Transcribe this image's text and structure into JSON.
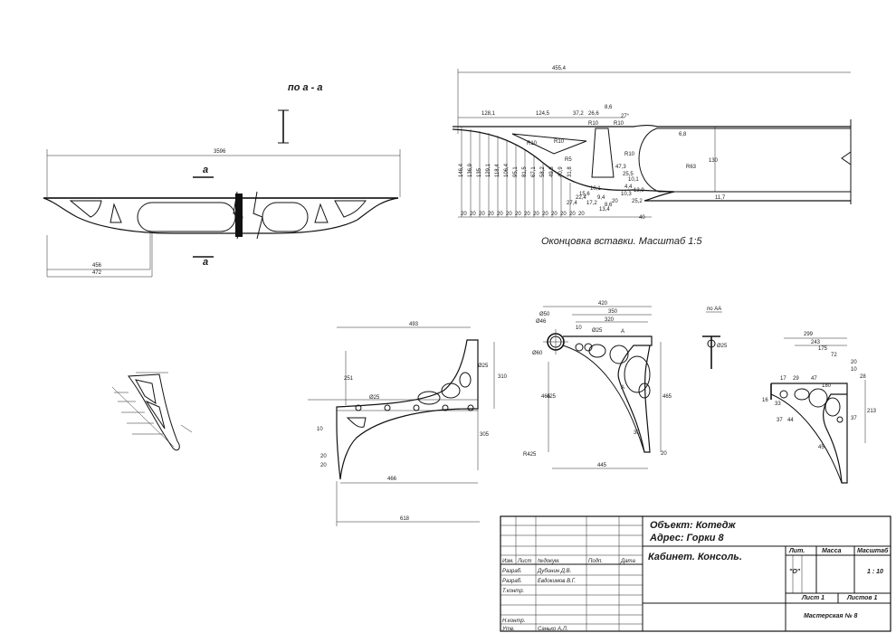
{
  "section_label": "по  а - а",
  "section_mark_top": "а",
  "section_mark_bottom": "а",
  "end_caption": "Оконцовка   вставки. Масштаб 1:5",
  "view_aa_label": "по АА",
  "top_panel_dims": {
    "overall": "3596",
    "left_a": "456",
    "left_b": "472"
  },
  "end_dims": {
    "total": "455,4",
    "d1": "128,1",
    "d2": "124,5",
    "d3": "37,2",
    "d4": "26,6",
    "d5": "8,6",
    "r10a": "R10",
    "r10b": "R10",
    "r10c": "R10",
    "r10d": "R10",
    "r10e": "R10",
    "r5": "R5",
    "r63": "R63",
    "h130": "130",
    "h68": "6,8",
    "h117": "11,7",
    "w40": "40",
    "a27": "27°",
    "heights": [
      "146,4",
      "136,9",
      "135",
      "129,1",
      "118,4",
      "106,4",
      "95,1",
      "81,5",
      "67,1",
      "58,2",
      "49,8",
      "40,9",
      "31,8"
    ],
    "small": [
      "27,4",
      "22,4",
      "17,2",
      "15,6",
      "10,1",
      "9,4",
      "8,6",
      "13,4",
      "20",
      "10,3",
      "4,4",
      "25,5",
      "47,3",
      "10,1",
      "13,9",
      "25,2"
    ],
    "bottom_spacing": "20"
  },
  "console_dims": {
    "w493": "493",
    "h251": "251",
    "h310": "310",
    "d25a": "Ø25",
    "d25b": "Ø25",
    "h305": "305",
    "w466": "466",
    "w618": "618",
    "v10": "10",
    "v20a": "20",
    "v20b": "20"
  },
  "mid_dims": {
    "w420": "420",
    "w350": "350",
    "w320": "320",
    "d50": "Ø50",
    "d46": "Ø46",
    "d25": "Ø25",
    "d10": "10",
    "d60": "Ø60",
    "a": "А",
    "h465": "465",
    "h425": "425",
    "w445": "445",
    "v20": "20",
    "v30": "30",
    "r425": "R425",
    "h4655": "465"
  },
  "right_dims": {
    "w299": "299",
    "w243": "243",
    "w175": "175",
    "w72": "72",
    "v20": "20",
    "v10": "10",
    "v28": "28",
    "n17": "17",
    "n29": "29",
    "n47": "47",
    "n180": "180",
    "n33": "33",
    "h213": "213",
    "n37a": "37",
    "n44": "44",
    "n45": "45",
    "n37b": "37",
    "n16": "16",
    "d25": "Ø25"
  },
  "title_block": {
    "object": "Объект: Котедж",
    "address": "Адрес: Горки 8",
    "drawing": "Кабинет. Консоль.",
    "headers": [
      "Изм.",
      "Лист",
      "№докум.",
      "Подп.",
      "Дата"
    ],
    "rows": [
      {
        "role": "Разраб.",
        "name": "Дубинин Д.В."
      },
      {
        "role": "Разраб.",
        "name": "Евдокимов В.Г."
      },
      {
        "role": "Т.контр.",
        "name": ""
      },
      {
        "role": "",
        "name": ""
      },
      {
        "role": "Н.контр.",
        "name": ""
      },
      {
        "role": "Утв.",
        "name": "Санько А.Л."
      }
    ],
    "lit_header": "Лит.",
    "mass_header": "Масса",
    "scale_header": "Масштаб",
    "lit_value": "\"О\"",
    "scale_value": "1 : 10",
    "sheet": "Лист 1",
    "sheets": "Листов 1",
    "workshop": "Мастерская  № 8"
  }
}
